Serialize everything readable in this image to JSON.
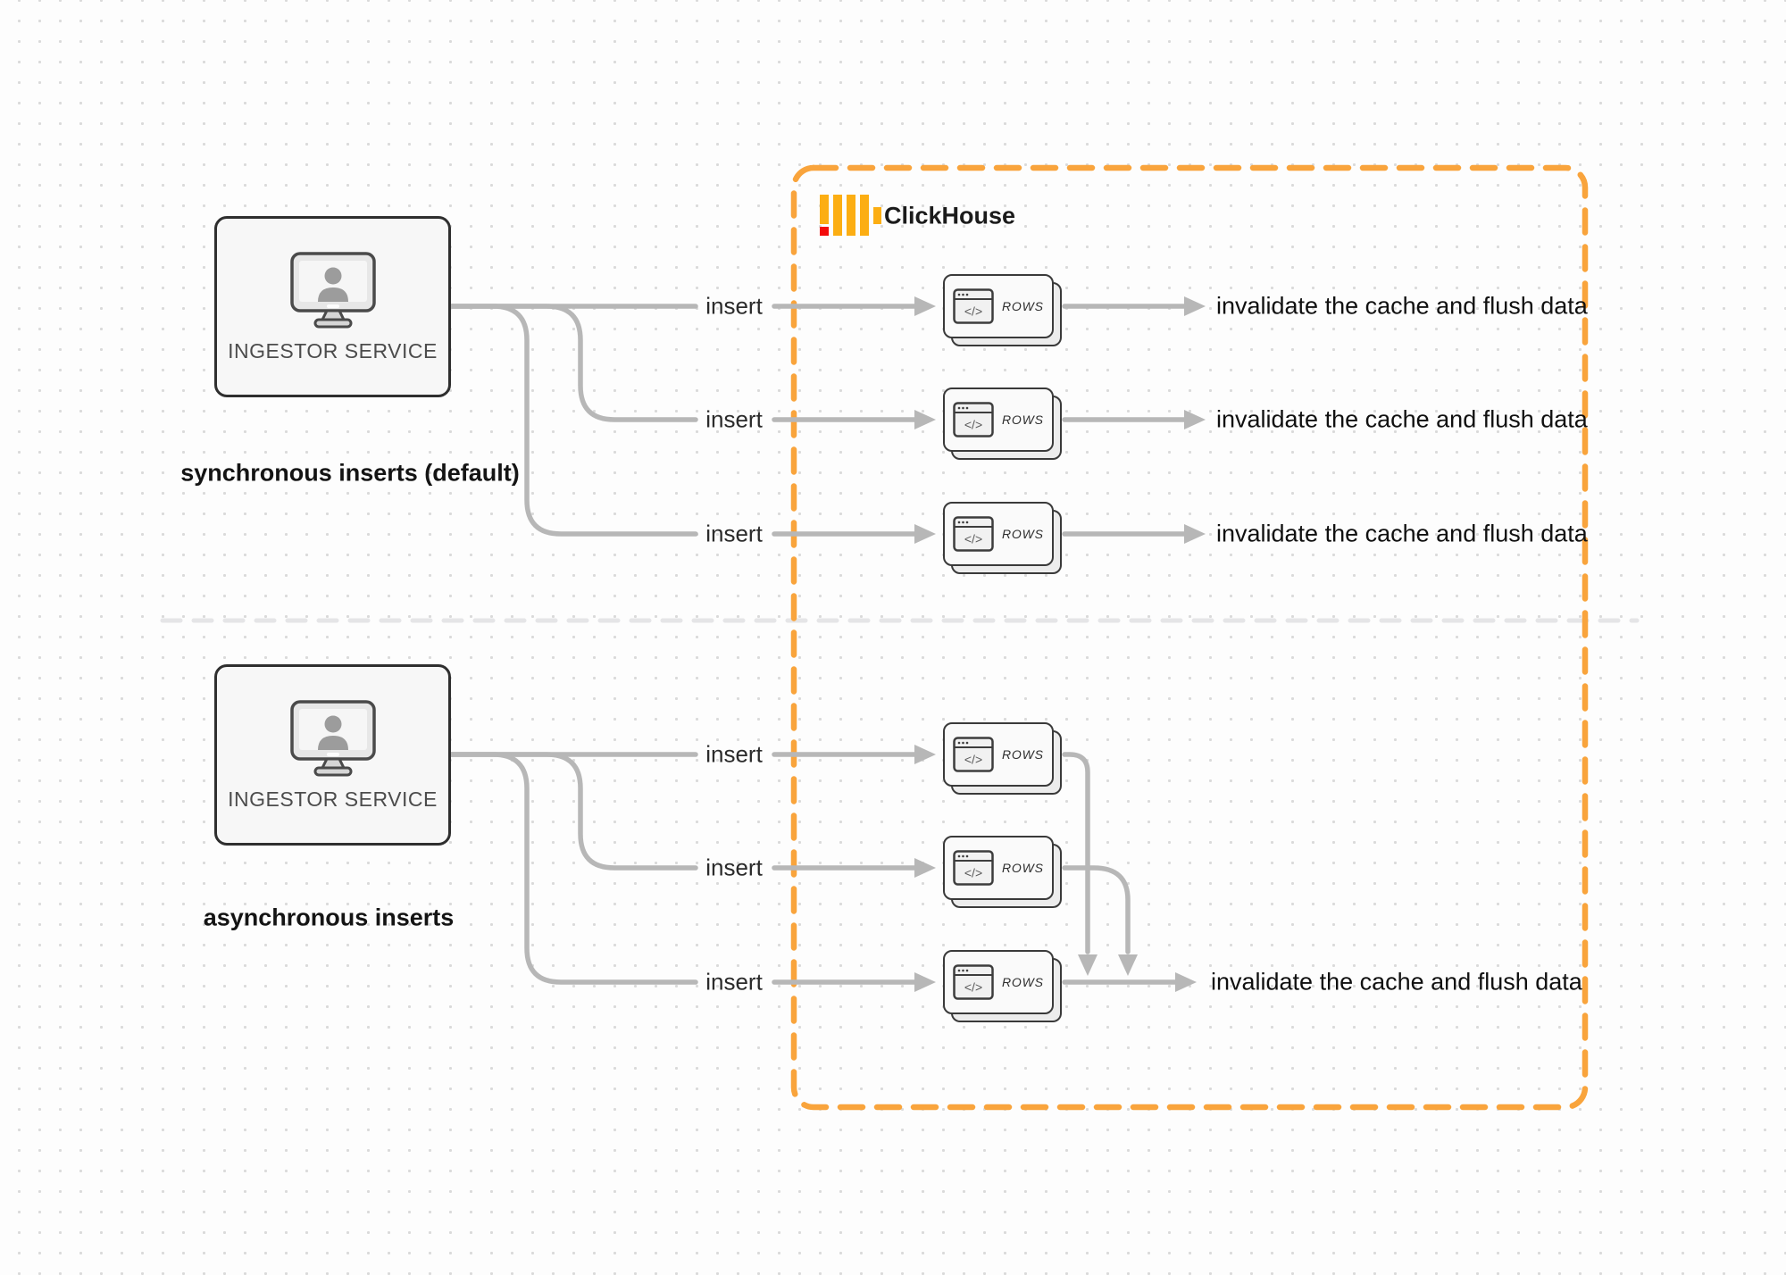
{
  "clickhouse": {
    "label": "ClickHouse"
  },
  "sync": {
    "ingestor_label": "INGESTOR SERVICE",
    "caption": "synchronous inserts (default)",
    "rows": [
      {
        "insert": "insert",
        "node": "ROWS",
        "result": "invalidate the cache and flush data"
      },
      {
        "insert": "insert",
        "node": "ROWS",
        "result": "invalidate the cache and flush data"
      },
      {
        "insert": "insert",
        "node": "ROWS",
        "result": "invalidate the cache and flush data"
      }
    ]
  },
  "async": {
    "ingestor_label": "INGESTOR SERVICE",
    "caption": "asynchronous inserts",
    "rows": [
      {
        "insert": "insert",
        "node": "ROWS"
      },
      {
        "insert": "insert",
        "node": "ROWS"
      },
      {
        "insert": "insert",
        "node": "ROWS"
      }
    ],
    "result": "invalidate the cache and flush data"
  },
  "glyphs": {
    "code": "</>"
  },
  "colors": {
    "boundary_orange": "#f9a43c",
    "logo_yellow": "#fcae13",
    "logo_red": "#f40b0b",
    "line_gray": "#b7b7b7",
    "divider_gray": "#e5e5e7"
  }
}
